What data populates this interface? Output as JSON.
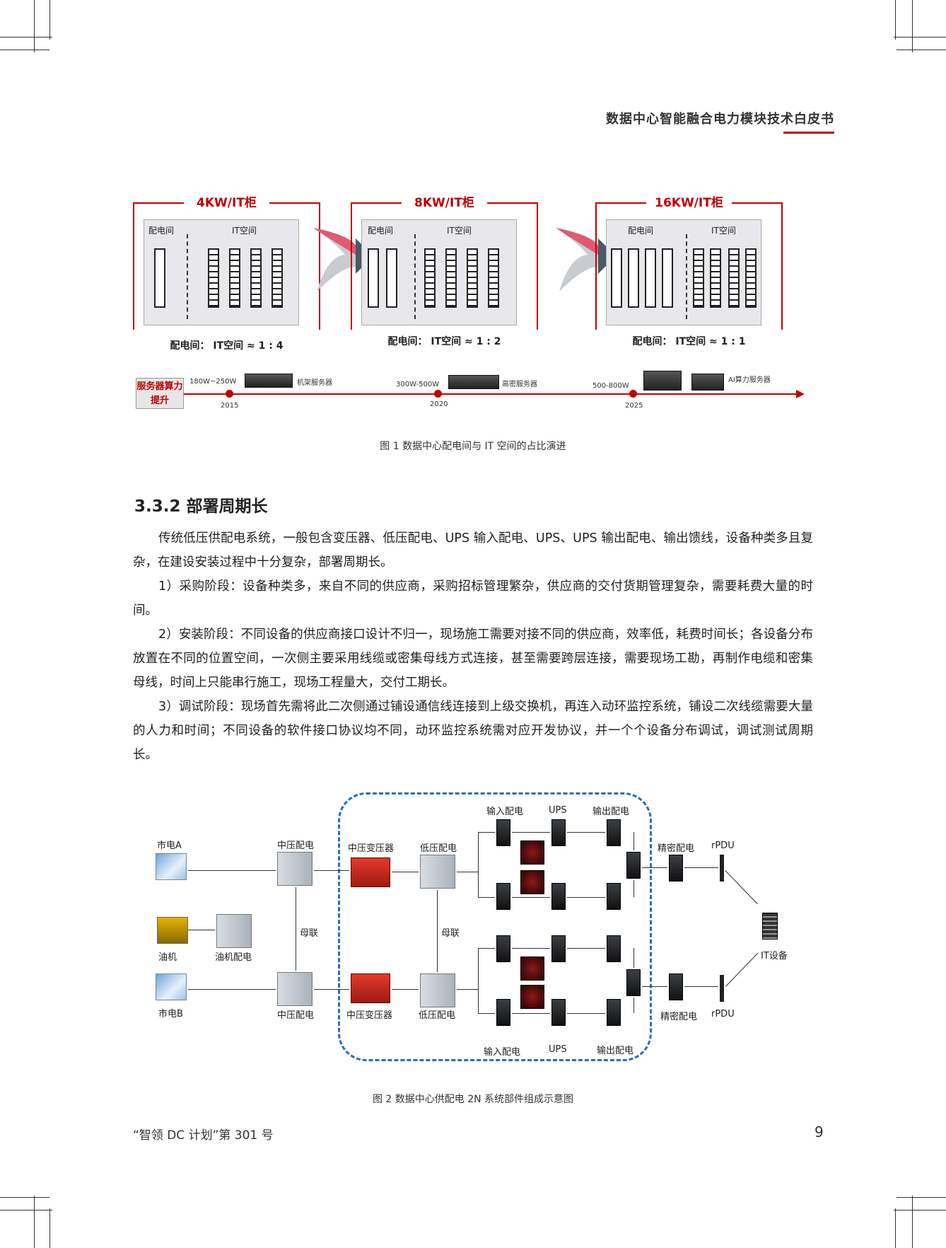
{
  "header": {
    "title": "数据中心智能融合电力模块技术白皮书"
  },
  "figure1": {
    "panels": [
      {
        "title": "4KW/IT柜",
        "room_label": "配电间",
        "it_label": "IT空间",
        "ratio": "配电间： IT空间 ≈ 1 : 4"
      },
      {
        "title": "8KW/IT柜",
        "room_label": "配电间",
        "it_label": "IT空间",
        "ratio": "配电间： IT空间 ≈ 1 : 2"
      },
      {
        "title": "16KW/IT柜",
        "room_label": "配电间",
        "it_label": "IT空间",
        "ratio": "配电间： IT空间 ≈ 1 : 1"
      }
    ],
    "timeline": {
      "box_label": "服务器算力提升",
      "points": [
        {
          "power": "180W~250W",
          "server": "机架服务器",
          "year": "2015"
        },
        {
          "power": "300W-500W",
          "server": "高密服务器",
          "year": "2020"
        },
        {
          "power": "500-800W",
          "server": "AI算力服务器",
          "year": "2025"
        }
      ]
    },
    "caption": "图 1 数据中心配电间与 IT 空间的占比演进"
  },
  "section": {
    "heading": "3.3.2 部署周期长",
    "paragraphs": [
      "传统低压供配电系统，一般包含变压器、低压配电、UPS 输入配电、UPS、UPS 输出配电、输出馈线，设备种类多且复杂，在建设安装过程中十分复杂，部署周期长。",
      "1）采购阶段：设备种类多，来自不同的供应商，采购招标管理繁杂，供应商的交付货期管理复杂，需要耗费大量的时间。",
      "2）安装阶段：不同设备的供应商接口设计不归一，现场施工需要对接不同的供应商，效率低，耗费时间长；各设备分布放置在不同的位置空间，一次侧主要采用线缆或密集母线方式连接，甚至需要跨层连接，需要现场工勘，再制作电缆和密集母线，时间上只能串行施工，现场工程量大，交付工期长。",
      "3）调试阶段：现场首先需将此二次侧通过铺设通信线连接到上级交换机，再连入动环监控系统，铺设二次线缆需要大量的人力和时间；不同设备的软件接口协议均不同，动环监控系统需对应开发协议，并一个个设备分布调试，调试测试周期长。"
    ]
  },
  "figure2": {
    "labels": {
      "grid_a": "市电A",
      "generator": "油机",
      "generator_dist": "油机配电",
      "grid_b": "市电B",
      "mv_dist_top": "中压配电",
      "mv_dist_bottom": "中压配电",
      "bus_tie_left": "母联",
      "bus_tie_right": "母联",
      "mv_trans_top": "中压变压器",
      "mv_trans_bottom": "中压变压器",
      "lv_dist_top": "低压配电",
      "lv_dist_bottom": "低压配电",
      "input_top": "输入配电",
      "ups_top": "UPS",
      "output_top": "输出配电",
      "input_bottom": "输入配电",
      "ups_bottom": "UPS",
      "output_bottom": "输出配电",
      "precision_top": "精密配电",
      "precision_bottom": "精密配电",
      "rpdu_top": "rPDU",
      "rpdu_bottom": "rPDU",
      "it_device": "IT设备"
    },
    "caption": "图 2 数据中心供配电 2N 系统部件组成示意图"
  },
  "footer": {
    "left": "“智领 DC 计划”第 301 号",
    "page": "9"
  }
}
